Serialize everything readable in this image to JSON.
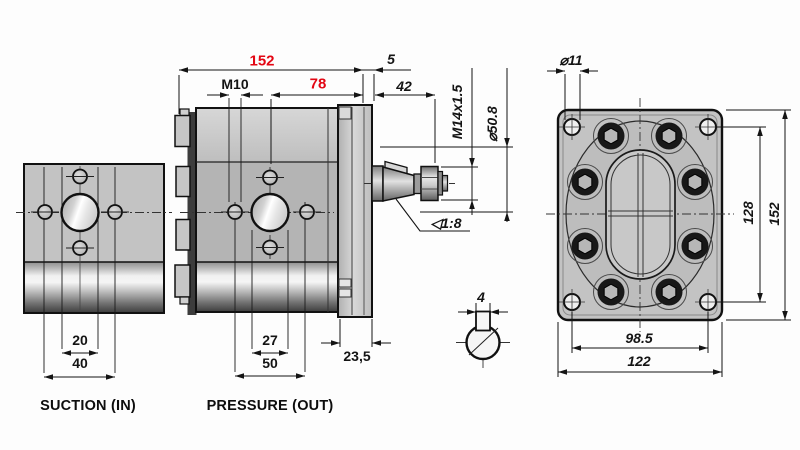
{
  "drawing_labels": {
    "suction_view": {
      "title": "SUCTION (IN)",
      "port_bore": "20",
      "hole_spacing": "40"
    },
    "pressure_view": {
      "title": "PRESSURE (OUT)",
      "overall_length": "152",
      "thread": "M10",
      "body_length": "78",
      "spigot": "5",
      "shaft_length": "42",
      "shaft_thread": "M14x1.5",
      "spigot_diameter": "⌀50.8",
      "shaft_taper": "◁1:8",
      "port_bore": "27",
      "hole_spacing": "50",
      "cover_thickness": "23,5"
    },
    "rear_view": {
      "mount_hole_diameter": "⌀11",
      "hole_spacing_vertical": "128",
      "flange_height": "152",
      "hole_spacing_horizontal": "98.5",
      "flange_width": "122"
    },
    "shaft_key_detail": {
      "key_width": "4"
    },
    "colors": {
      "highlight_red": "#e30613",
      "line": "#1a1a1a"
    }
  }
}
